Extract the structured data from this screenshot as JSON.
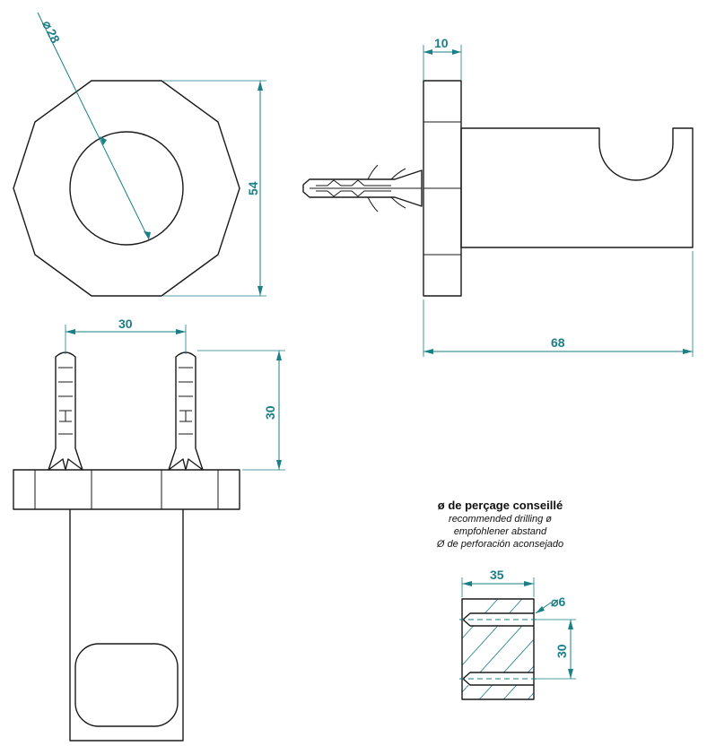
{
  "dimensions": {
    "front_diameter": "28",
    "front_height": "54",
    "side_plate_thickness": "10",
    "side_depth": "68",
    "top_plug_spacing": "30",
    "top_plug_length": "30",
    "drill_depth": "35",
    "drill_diameter": "6",
    "drill_spacing": "30",
    "diameter_symbol": "⌀"
  },
  "note": {
    "title": "ø de perçage conseillé",
    "lines": [
      "recommended drilling ø",
      "empfohlener abstand",
      "Ø de perforación aconsejado"
    ]
  },
  "colors": {
    "dimension": "#1a7f86",
    "outline": "#1a1a1a"
  }
}
